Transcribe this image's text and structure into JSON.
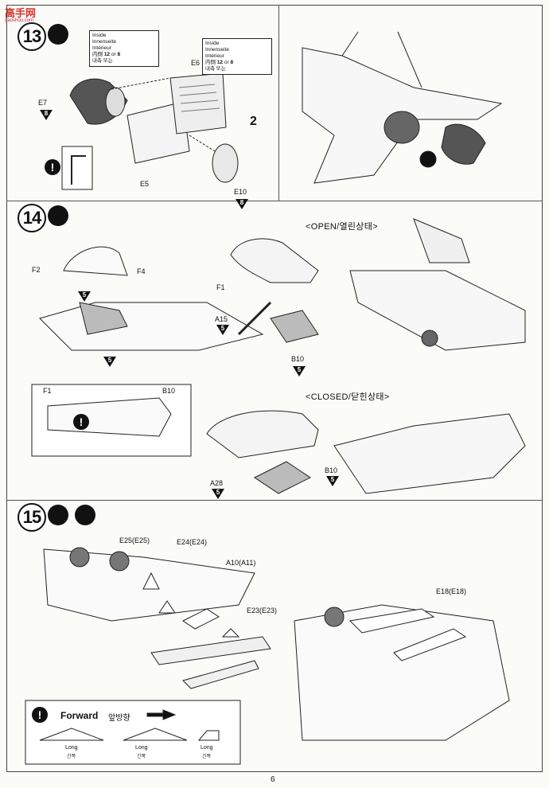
{
  "watermark": {
    "text": "高手网",
    "sub": "gaoshou.com"
  },
  "steps": {
    "s13": {
      "number": "13"
    },
    "s14": {
      "number": "14"
    },
    "s15": {
      "number": "15"
    }
  },
  "paint_note": {
    "lines": [
      "Inside",
      "Innenseite",
      "Intérieur",
      "内側",
      "내측"
    ],
    "code_a": "12",
    "or_text": "or",
    "ddo": "또는",
    "code_b": "8"
  },
  "step13": {
    "e7": "E7",
    "e7_code": "8",
    "e6": "E6",
    "e5": "E5",
    "e10": "E10",
    "e10_code": "8",
    "qty": "2"
  },
  "step14": {
    "open_label": "<OPEN/열린상태>",
    "closed_label": "<CLOSED/닫힌상태>",
    "f2": "F2",
    "f4": "F4",
    "f4_code": "5",
    "part_code": "5",
    "f1": "F1",
    "a15": "A15",
    "a15_code": "5",
    "b10": "B10",
    "b10_code": "5",
    "detail_f1": "F1",
    "detail_b10": "B10",
    "a28": "A28",
    "a28_code": "5",
    "b10b": "B10",
    "b10b_code": "5"
  },
  "step15": {
    "e25": "E25(E25)",
    "e24": "E24(E24)",
    "a10": "A10(A11)",
    "e23": "E23(E23)",
    "e18": "E18(E18)"
  },
  "forward_box": {
    "title": "Forward",
    "title_kr": "앞방향",
    "long": "Long",
    "long_kr": "긴쪽"
  },
  "page_number": "6"
}
